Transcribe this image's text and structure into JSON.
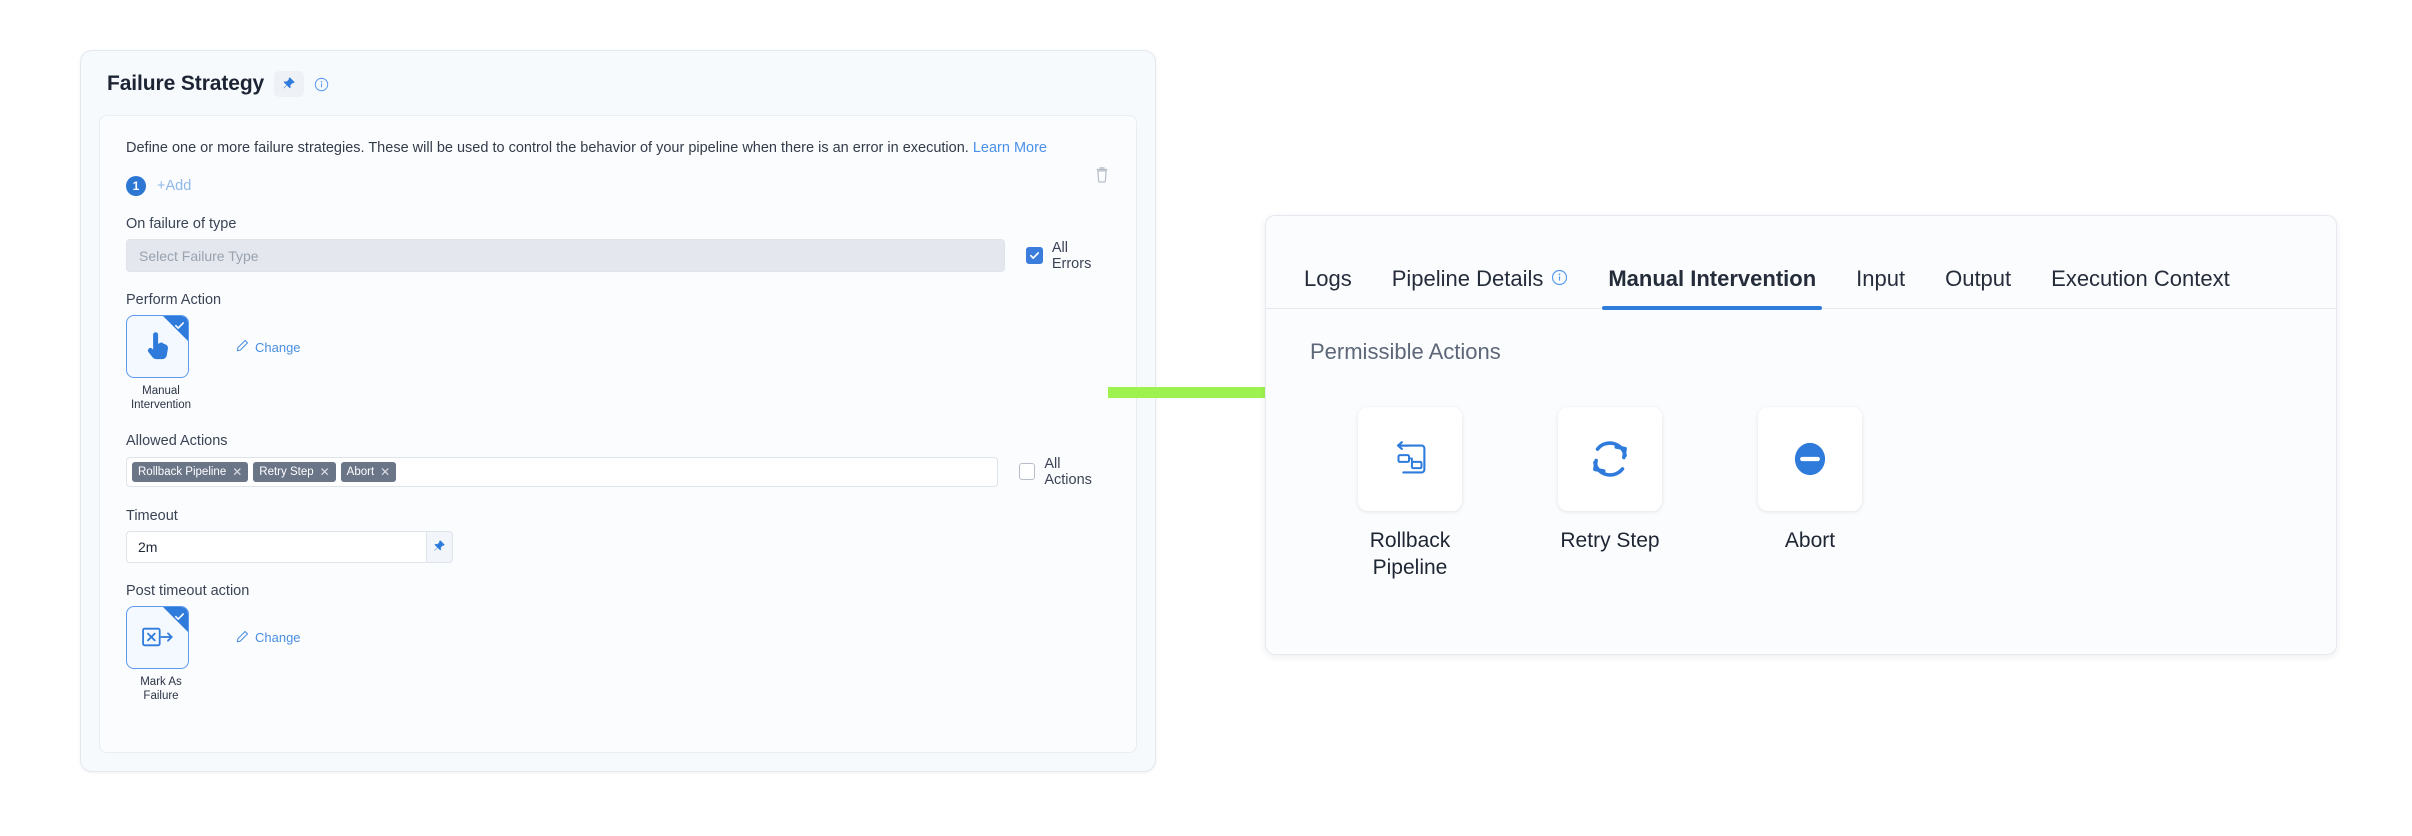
{
  "left_panel": {
    "title": "Failure Strategy",
    "pin_icon": "pin-icon",
    "info_icon": "info-circle-icon",
    "delete_icon": "trash-icon",
    "description": "Define one or more failure strategies. These will be used to control the behavior of your pipeline when there is an error in execution.",
    "learn_more": "Learn More",
    "strategy_index": "1",
    "add_label": "+Add",
    "on_failure_label": "On failure of type",
    "failure_type_placeholder": "Select Failure Type",
    "all_errors_label": "All Errors",
    "all_errors_checked": true,
    "perform_action_label": "Perform Action",
    "perform_action_tile": {
      "caption": "Manual Intervention",
      "icon": "pointing-hand-icon",
      "selected": true,
      "change_label": "Change"
    },
    "allowed_actions_label": "Allowed Actions",
    "allowed_action_chips": [
      "Rollback Pipeline",
      "Retry Step",
      "Abort"
    ],
    "all_actions_label": "All Actions",
    "all_actions_checked": false,
    "timeout_label": "Timeout",
    "timeout_value": "2m",
    "timeout_pin_icon": "pin-icon",
    "post_timeout_label": "Post timeout action",
    "post_timeout_tile": {
      "caption": "Mark As Failure",
      "icon": "mark-as-failure-icon",
      "selected": true,
      "change_label": "Change"
    }
  },
  "arrow": {
    "name": "flow-arrow",
    "color": "#9ef24f",
    "direction": "right"
  },
  "right_panel": {
    "tabs": [
      {
        "label": "Logs",
        "active": false,
        "has_info_icon": false
      },
      {
        "label": "Pipeline Details",
        "active": false,
        "has_info_icon": true
      },
      {
        "label": "Manual Intervention",
        "active": true,
        "has_info_icon": false
      },
      {
        "label": "Input",
        "active": false,
        "has_info_icon": false
      },
      {
        "label": "Output",
        "active": false,
        "has_info_icon": false
      },
      {
        "label": "Execution Context",
        "active": false,
        "has_info_icon": false
      }
    ],
    "heading": "Permissible Actions",
    "actions": [
      {
        "label": "Rollback Pipeline",
        "icon": "rollback-pipeline-icon"
      },
      {
        "label": "Retry Step",
        "icon": "retry-refresh-icon"
      },
      {
        "label": "Abort",
        "icon": "abort-minus-circle-icon"
      }
    ]
  },
  "colors": {
    "accent_blue": "#2e7bdc",
    "link_blue": "#4a8fe0",
    "chip_gray": "#6b7588",
    "arrow_green": "#9ef24f"
  }
}
